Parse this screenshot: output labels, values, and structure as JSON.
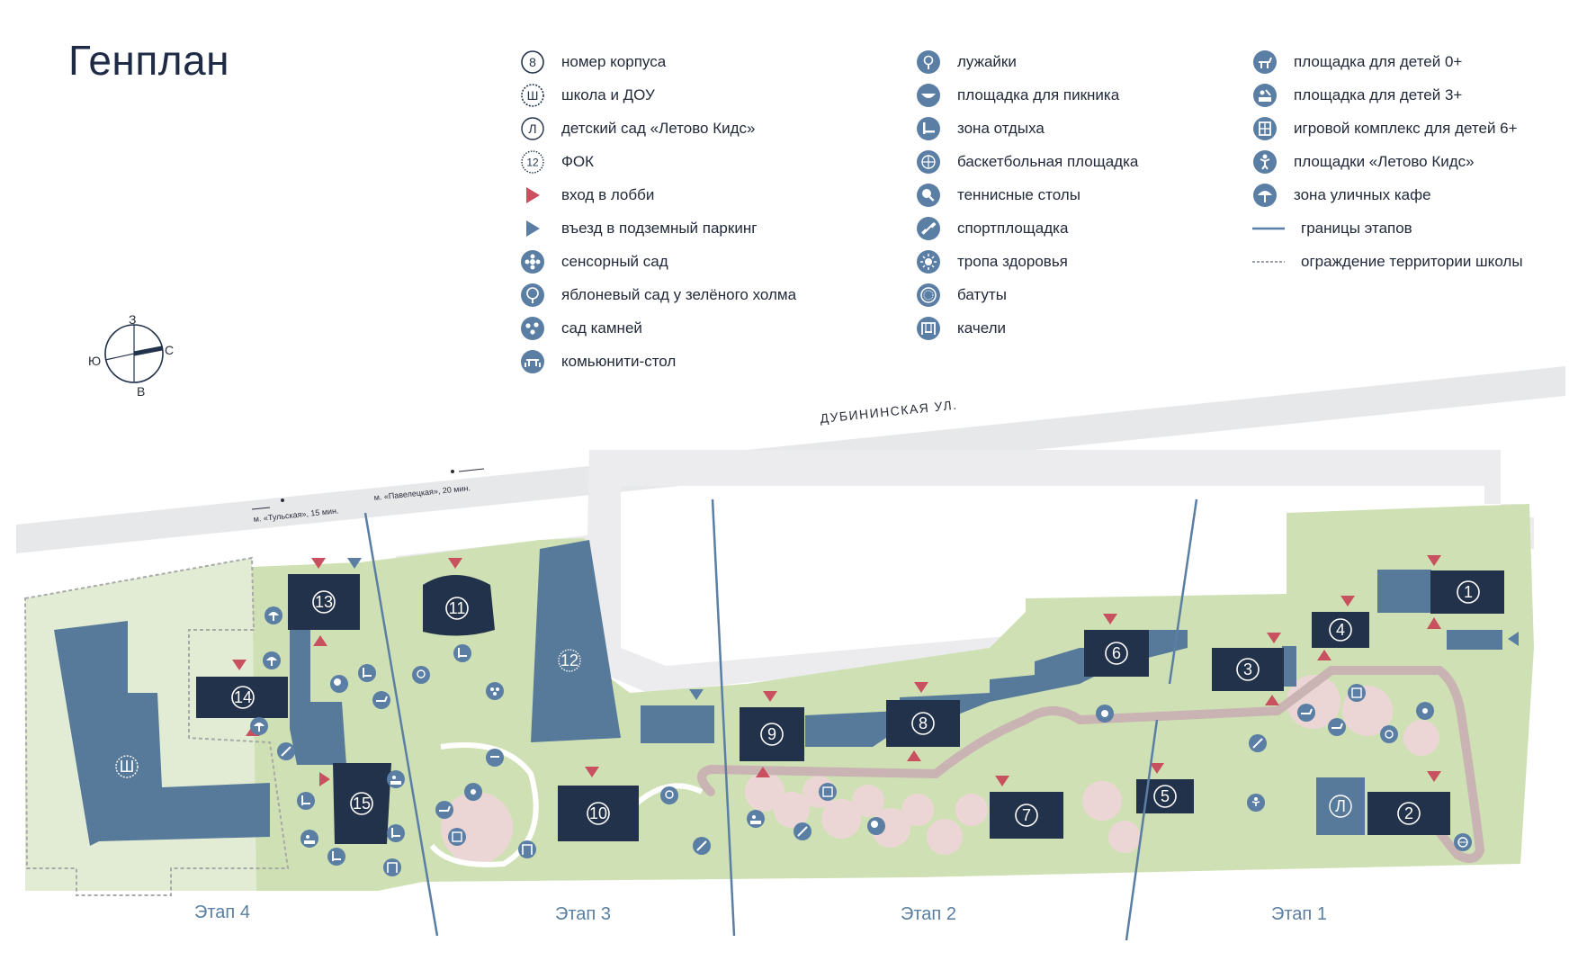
{
  "title": "Генплан",
  "legend": {
    "col1": [
      {
        "icon": "building-number-icon",
        "glyph": "8",
        "label": "номер корпуса"
      },
      {
        "icon": "school-icon",
        "glyph": "Ш",
        "label": "школа и ДОУ"
      },
      {
        "icon": "kindergarten-icon",
        "glyph": "Л",
        "label": "детский сад «Летово Кидс»"
      },
      {
        "icon": "fitness-center-icon",
        "glyph": "12",
        "label": "ФОК"
      },
      {
        "icon": "lobby-entrance-icon",
        "label": "вход в лобби"
      },
      {
        "icon": "parking-entrance-icon",
        "label": "въезд в подземный паркинг"
      },
      {
        "icon": "sensory-garden-icon",
        "label": "сенсорный сад"
      },
      {
        "icon": "apple-orchard-icon",
        "label": "яблоневый сад у зелёного холма"
      },
      {
        "icon": "stone-garden-icon",
        "label": "сад камней"
      },
      {
        "icon": "community-table-icon",
        "label": "комьюнити-стол"
      }
    ],
    "col2": [
      {
        "icon": "lawn-icon",
        "label": "лужайки"
      },
      {
        "icon": "picnic-area-icon",
        "label": "площадка для пикника"
      },
      {
        "icon": "rest-zone-icon",
        "label": "зона отдыха"
      },
      {
        "icon": "basketball-court-icon",
        "label": "баскетбольная площадка"
      },
      {
        "icon": "table-tennis-icon",
        "label": "теннисные столы"
      },
      {
        "icon": "sports-ground-icon",
        "label": "спортплощадка"
      },
      {
        "icon": "health-trail-icon",
        "label": "тропа здоровья"
      },
      {
        "icon": "trampoline-icon",
        "label": "батуты"
      },
      {
        "icon": "swings-icon",
        "label": "качели"
      }
    ],
    "col3": [
      {
        "icon": "playground-0-icon",
        "label": "площадка для детей 0+"
      },
      {
        "icon": "playground-3-icon",
        "label": "площадка для детей 3+"
      },
      {
        "icon": "play-complex-6-icon",
        "label": "игровой комплекс для детей 6+"
      },
      {
        "icon": "letovo-kids-playground-icon",
        "label": "площадки «Летово Кидс»"
      },
      {
        "icon": "street-cafe-icon",
        "label": "зона уличных кафе"
      },
      {
        "icon": "stage-border-icon",
        "label": "границы этапов"
      },
      {
        "icon": "school-fence-icon",
        "label": "ограждение территории школы"
      }
    ]
  },
  "compass": {
    "n": "З",
    "s": "В",
    "w": "Ю",
    "e": "С"
  },
  "map": {
    "street": "ДУБИНИНСКАЯ УЛ.",
    "metro_left": "м. «Тульская», 15 мин.",
    "metro_right": "м. «Павелецкая», 20 мин.",
    "stages": [
      "Этап 4",
      "Этап 3",
      "Этап 2",
      "Этап 1"
    ],
    "buildings": [
      "1",
      "2",
      "3",
      "4",
      "5",
      "6",
      "7",
      "8",
      "9",
      "10",
      "11",
      "12",
      "13",
      "14",
      "15"
    ],
    "school_glyph": "Ш",
    "kinder_glyph": "Л"
  },
  "colors": {
    "dark_building": "#22324a",
    "mid_building": "#587a9a",
    "green": "#cfe1b4",
    "green_dark": "#b9d39c",
    "road": "#e7e8ea",
    "lobby": "#c9505e",
    "parking": "#5a7ea4",
    "icon": "#5a7ea4"
  }
}
